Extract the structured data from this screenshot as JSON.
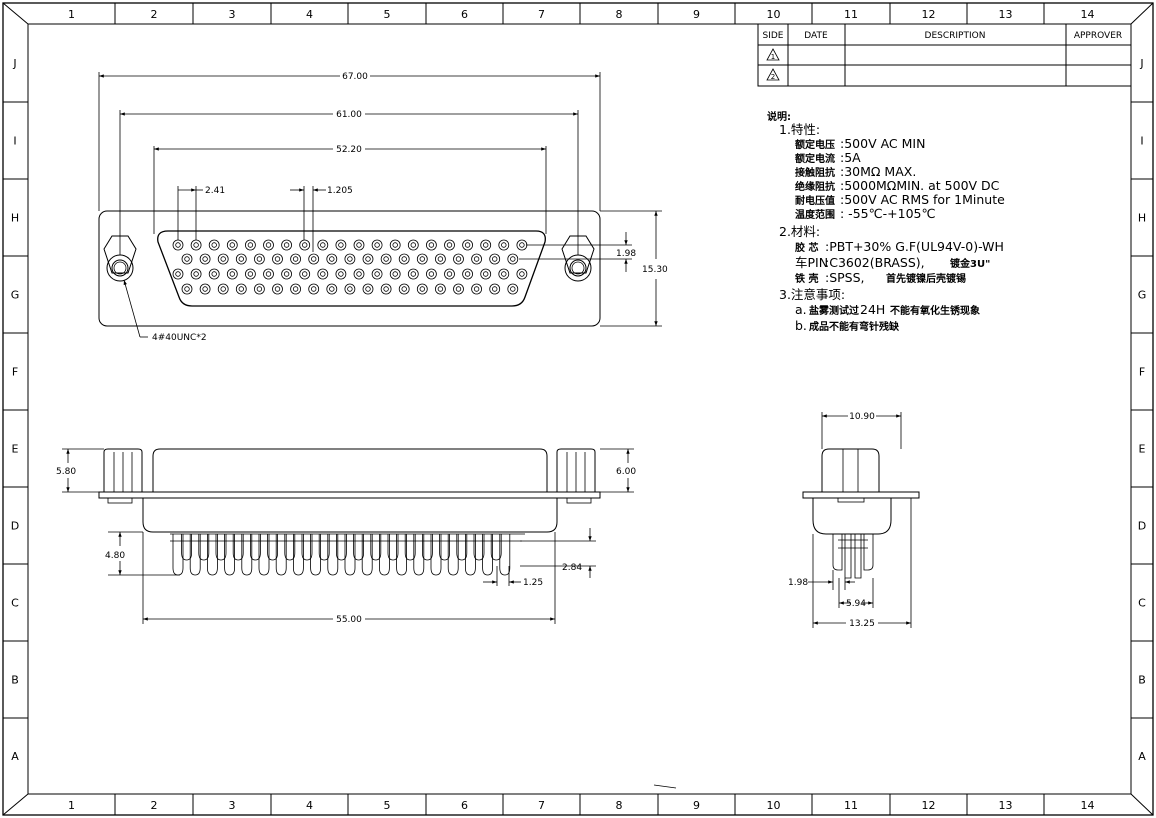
{
  "border": {
    "columns": [
      "1",
      "2",
      "3",
      "4",
      "5",
      "6",
      "7",
      "8",
      "9",
      "10",
      "11",
      "12",
      "13",
      "14"
    ],
    "rows": [
      "J",
      "I",
      "H",
      "G",
      "F",
      "E",
      "D",
      "C",
      "B",
      "A"
    ]
  },
  "revision_table": {
    "headers": [
      "SIDE",
      "DATE",
      "DESCRIPTION",
      "APPROVER"
    ],
    "rows": [
      {
        "side": "1",
        "date": "",
        "description": "",
        "approver": ""
      },
      {
        "side": "2",
        "date": "",
        "description": "",
        "approver": ""
      }
    ]
  },
  "dimensions": {
    "overall_length": "67.00",
    "mount_hole_spacing": "61.00",
    "shell_width": "52.20",
    "pin_pitch_row1": "2.41",
    "pin_pitch_row2": "1.205",
    "row_spacing": "1.98",
    "flange_height": "15.30",
    "mount_thread": "4#40UNC*2",
    "side_height_left": "5.80",
    "side_height_right": "6.00",
    "pin_height": "4.80",
    "pin_tail_pitch": "2.84",
    "pin_diameter": "1.25",
    "tail_span": "55.00",
    "end_top_width": "10.90",
    "end_row_offset": "1.98",
    "end_inner_width": "5.94",
    "end_outer_width": "13.25"
  },
  "notes": {
    "title": "说明:",
    "s1": "1.特性:",
    "voltage_label": "额定电压",
    "voltage_value": ":500V AC MIN",
    "current_label": "额定电流",
    "current_value": ":5A",
    "contact_label": "接触阻抗",
    "contact_value": ":30MΩ MAX.",
    "insulation_label": "绝缘阻抗",
    "insulation_value": ":5000MΩMIN. at 500V DC",
    "withstand_label": "耐电压值",
    "withstand_value": ":500V AC RMS for 1Minute",
    "temp_label": "温度范围",
    "temp_value": ": -55℃-+105℃",
    "s2": "2.材料:",
    "insulator_label": "胶 芯",
    "insulator_value": ":PBT+30% G.F(UL94V-0)-WH",
    "pin_label": "车PIN",
    "pin_value": ":C3602(BRASS),",
    "pin_plating": "镀金3U\"",
    "shell_label": "铁 壳",
    "shell_value": ":SPSS,",
    "shell_plating": "首先镀镍后壳镀锡",
    "s3": "3.注意事项:",
    "note_a_prefix": "a.",
    "note_a_cn1": "盐雾测试过",
    "note_a_num": "24H",
    "note_a_cn2": "不能有氧化生锈现象",
    "note_b_prefix": "b.",
    "note_b_cn": "成品不能有弯针残缺"
  }
}
